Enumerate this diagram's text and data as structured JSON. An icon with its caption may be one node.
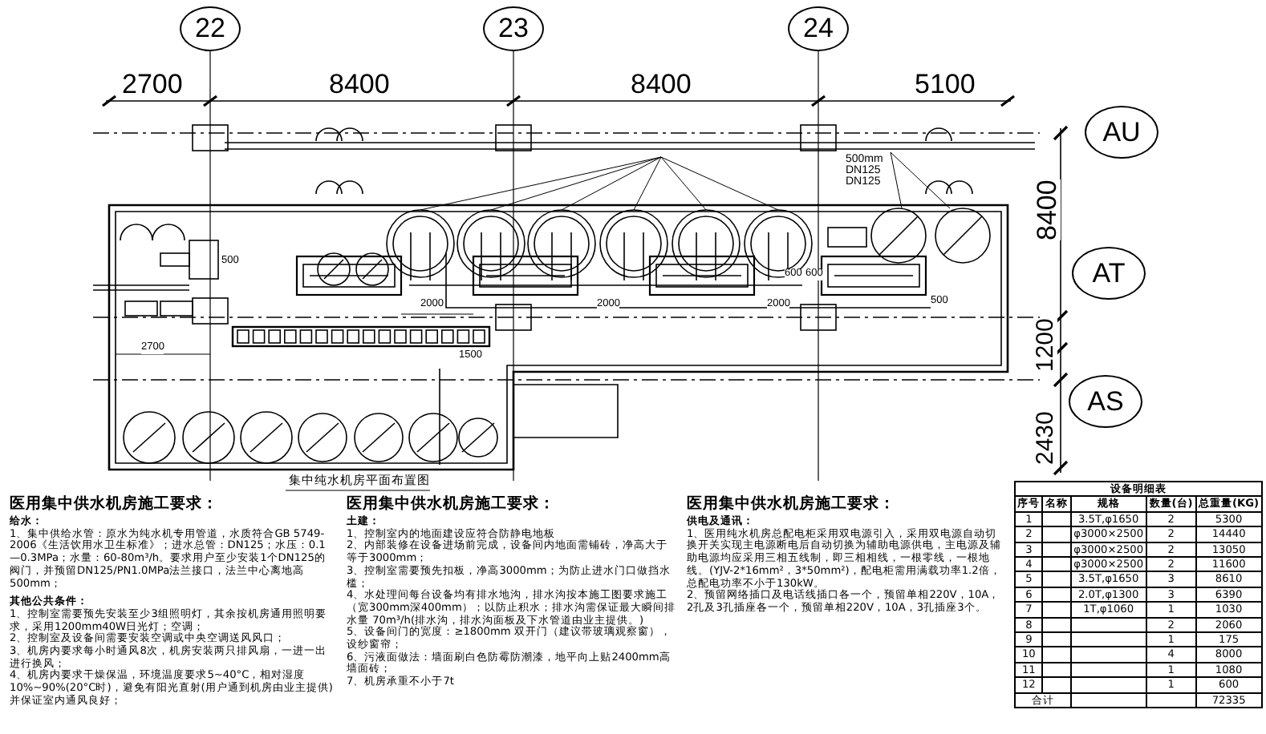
{
  "diagram": {
    "nodes": [
      {
        "text": [
          "22"
        ]
      },
      {
        "text": [
          "23"
        ]
      },
      {
        "text": [
          "24"
        ]
      },
      {
        "text": [
          "AU"
        ]
      },
      {
        "text": [
          "AT"
        ]
      },
      {
        "text": [
          "AS"
        ]
      }
    ],
    "labels": [
      "2700",
      "8400",
      "8400",
      "5100",
      "8400",
      "1200",
      "2430",
      "500mm",
      "DN125",
      "DN125",
      "500",
      "2700",
      "1500",
      "2000",
      "2000",
      "2000",
      "500",
      "600",
      "600",
      "集中纯水机房平面布置图",
      "医用集中供水机房施工要求：",
      "给水：",
      "1、集中供给水管：原水为纯水机专用管道，水质符合GB 5749-2006《生活饮用水卫生标准》；进水总管：DN125；水压：0.1—0.3MPa；水量：60-80m³/h。要求用户至少安装1个DN125的阀门，并预留DN125/PN1.0MPa法兰接口，法兰中心离地高500mm；",
      "其他公共条件：",
      "1、控制室需要预先安装至少3组照明灯，其余按机房通用照明要求，采用1200mm40W日光灯；空调；",
      "2、控制室及设备间需要安装空调或中央空调送风风口；",
      "3、机房内要求每小时通风8次，机房安装两只排风扇，一进一出进行换风；",
      "4、机房内要求干燥保温，环境温度要求5~40°C，相对湿度10%~90%(20°C时)，避免有阳光直射(用户通到机房由业主提供)并保证室内通风良好；",
      "医用集中供水机房施工要求：",
      "土建：",
      "1、控制室内的地面建设应符合防静电地板",
      "2、内部装修在设备进场前完成，设备间内地面需铺砖，净高大于等于3000mm；",
      "3、控制室需要预先扣板，净高3000mm；为防止进水门口做挡水槛；",
      "4、水处理间每台设备均有排水地沟，排水沟按本施工图要求施工（宽300mm深400mm）；以防止积水；排水沟需保证最大瞬间排水量 70m³/h(排水沟，排水沟面板及下水管道由业主提供。)",
      "5、设备间门的宽度：≥1800mm 双开门（建议带玻璃观察窗），设纱窗帘；",
      "6、污液面做法：墙面刷白色防霉防潮漆，地平向上贴2400mm高墙面砖；",
      "7、机房承重不小于7t",
      "医用集中供水机房施工要求：",
      "供电及通讯：",
      "1、医用纯水机房总配电柜采用双电源引入，采用双电源自动切换开关实现主电源断电后自动切换为辅助电源供电，主电源及辅助电源均应采用三相五线制，即三相相线，一根零线，一根地线。(YJV-2*16mm²，3*50mm²)，配电柜需用满载功率1.2倍，总配电功率不小于130kW。",
      "2、预留网络插口及电话线插口各一个，预留单相220V，10A，2孔及3孔插座各一个，预留单相220V，10A，3孔插座3个。",
      "设备明细表",
      "序号",
      "名称",
      "规格",
      "数量(台)",
      "总重量(KG)",
      "1",
      "3.5T,φ1650",
      "2",
      "5300",
      "2",
      "φ3000×2500",
      "2",
      "14440",
      "3",
      "φ3000×2500",
      "2",
      "13050",
      "4",
      "φ3000×2500",
      "2",
      "11600",
      "5",
      "3.5T,φ1650",
      "3",
      "8610",
      "6",
      "2.0T,φ1300",
      "3",
      "6390",
      "7",
      "1T,φ1060",
      "1",
      "1030",
      "8",
      "2",
      "2060",
      "9",
      "1",
      "175",
      "10",
      "4",
      "8000",
      "11",
      "1",
      "1080",
      "12",
      "1",
      "600",
      "合计",
      "72335"
    ]
  }
}
